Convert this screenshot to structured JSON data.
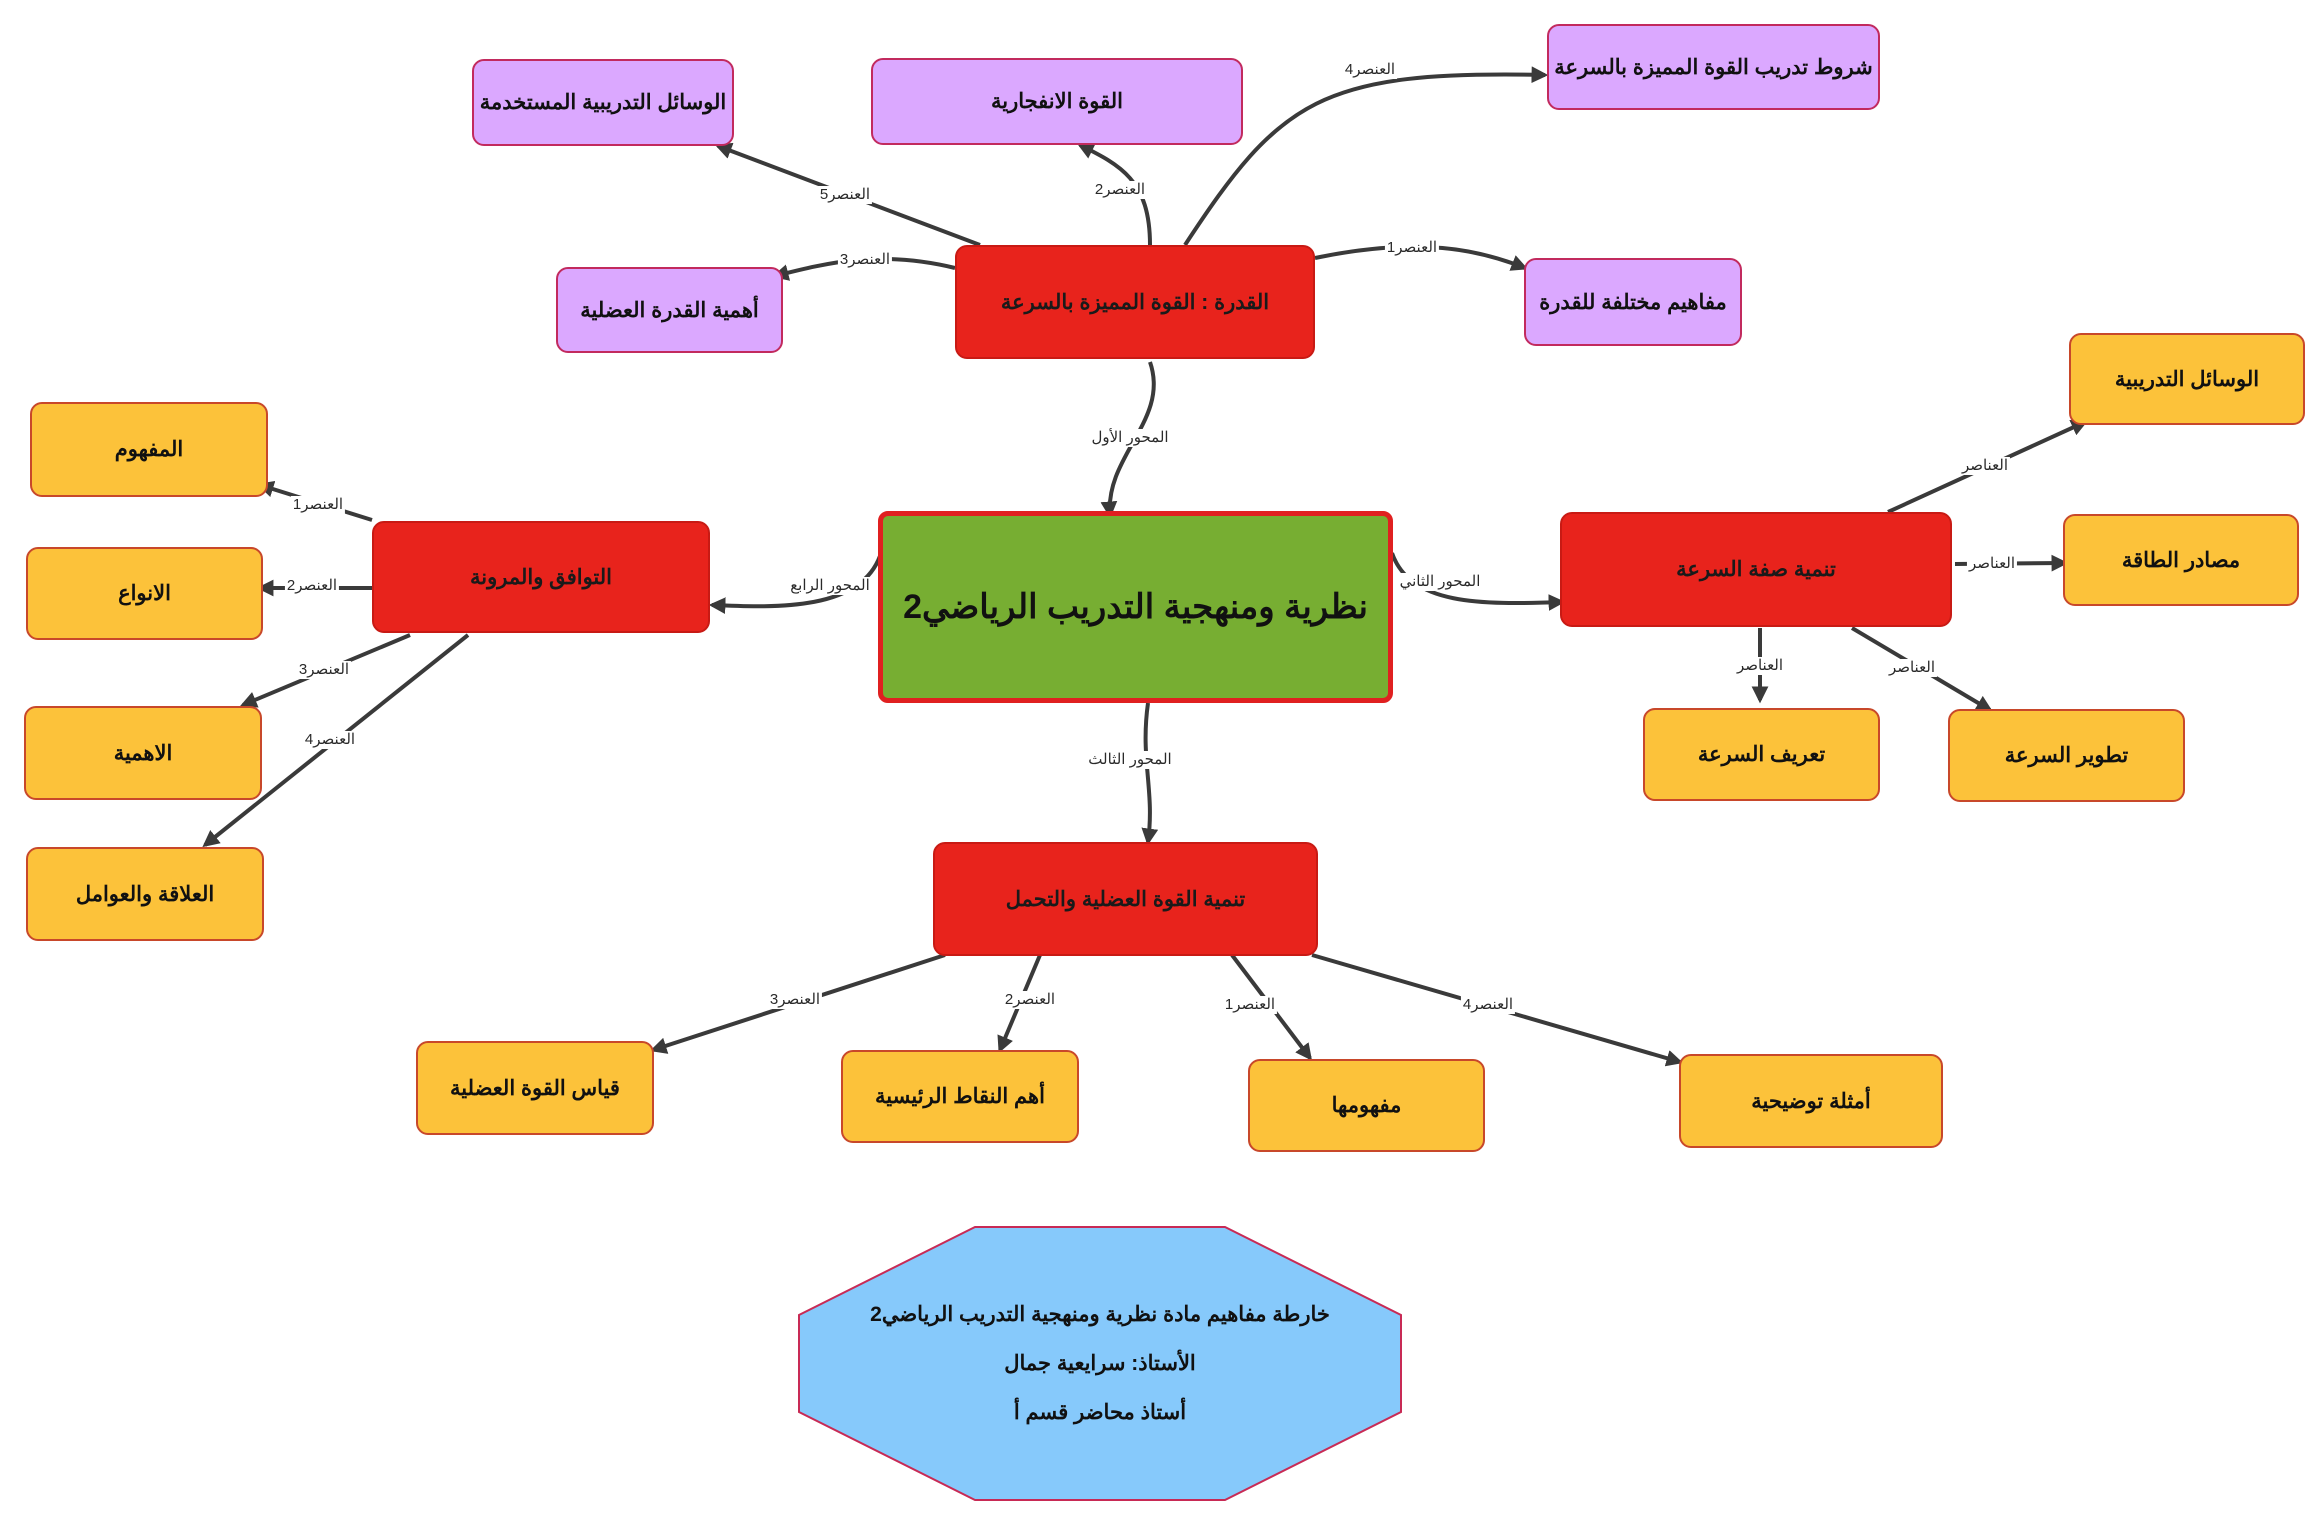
{
  "root": {
    "label": "نظرية ومنهجية التدريب الرياضي2"
  },
  "branches": {
    "first": {
      "label": "القدرة : القوة المميزة بالسرعة",
      "edge": "المحور الأول"
    },
    "second": {
      "label": "تنمية صفة السرعة",
      "edge": "المحور الثاني"
    },
    "third": {
      "label": "تنمية القوة العضلية والتحمل",
      "edge": "المحور الثالث"
    },
    "fourth": {
      "label": "التوافق والمرونة",
      "edge": "المحور الرابع"
    }
  },
  "first_children": [
    {
      "label": "مفاهيم مختلفة للقدرة",
      "edge": "العنصر1"
    },
    {
      "label": "القوة الانفجارية",
      "edge": "العنصر2"
    },
    {
      "label": "أهمية القدرة العضلية",
      "edge": "العنصر3"
    },
    {
      "label": "شروط تدريب القوة المميزة بالسرعة",
      "edge": "العنصر4"
    },
    {
      "label": "الوسائل التدريبية المستخدمة",
      "edge": "العنصر5"
    }
  ],
  "second_children": [
    {
      "label": "الوسائل التدريبية",
      "edge": "العناصر"
    },
    {
      "label": "مصادر الطاقة",
      "edge": "العناصر"
    },
    {
      "label": "تطوير السرعة",
      "edge": "العناصر"
    },
    {
      "label": "تعريف السرعة",
      "edge": "العناصر"
    }
  ],
  "third_children": [
    {
      "label": "مفهومها",
      "edge": "العنصر1"
    },
    {
      "label": "أهم النقاط الرئيسية",
      "edge": "العنصر2"
    },
    {
      "label": "قياس القوة العضلية",
      "edge": "العنصر3"
    },
    {
      "label": "أمثلة توضيحية",
      "edge": "العنصر4"
    }
  ],
  "fourth_children": [
    {
      "label": "المفهوم",
      "edge": "العنصر1"
    },
    {
      "label": "الانواع",
      "edge": "العنصر2"
    },
    {
      "label": "الاهمية",
      "edge": "العنصر3"
    },
    {
      "label": "العلاقة والعوامل",
      "edge": "العنصر4"
    }
  ],
  "info_box": {
    "line1": "خارطة مفاهيم مادة نظرية ومنهجية التدريب الرياضي2",
    "line2": "الأستاذ: سرايعية جمال",
    "line3": "أستاذ محاضر قسم أ"
  },
  "colors": {
    "root_fill": "#77ae32",
    "root_border": "#e02020",
    "branch_fill": "#e8231c",
    "purple_fill": "#dba8ff",
    "orange_fill": "#fcc23a",
    "info_fill": "#86c9fb",
    "edge": "#3a3a3a"
  }
}
